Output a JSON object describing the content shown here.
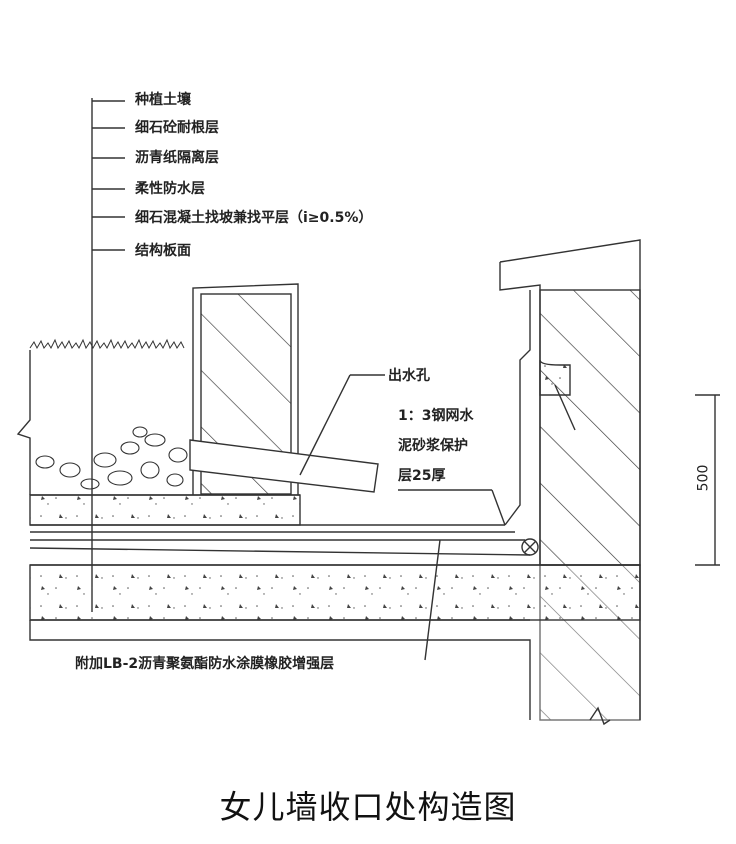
{
  "layers": [
    "种植土壤",
    "细石砼耐根层",
    "沥青纸隔离层",
    "柔性防水层",
    "细石混凝土找坡兼找平层（i≥0.5%）",
    "结构板面"
  ],
  "callouts": {
    "outlet": "出水孔",
    "protect_1": "1：3钢网水",
    "protect_2": "泥砂浆保护",
    "protect_3": "层25厚",
    "reinforce": "附加LB-2沥青聚氨酯防水涂膜橡胶增强层"
  },
  "dimension": "500",
  "title": "女儿墙收口处构造图"
}
